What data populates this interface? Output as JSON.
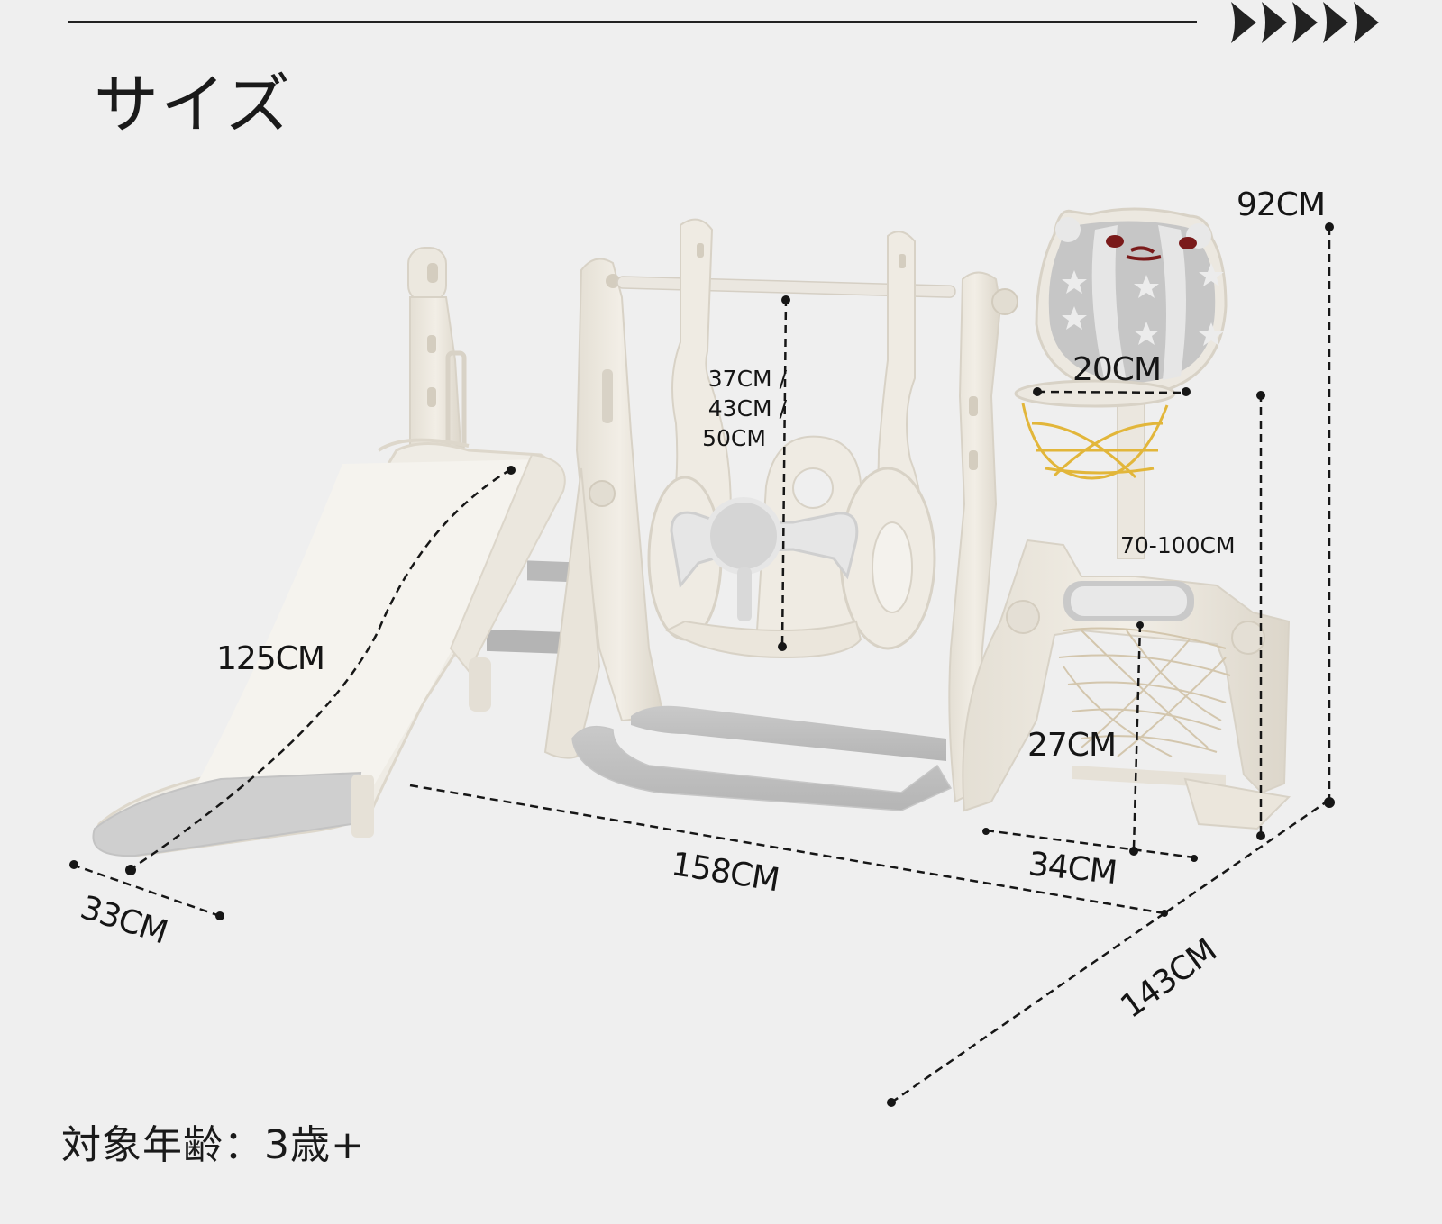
{
  "header": {
    "title": "サイズ",
    "decoration": {
      "rule": "horizontal-line",
      "arrows_icon": "triple-right-arrows-icon",
      "arrow_count": 5
    }
  },
  "product": {
    "name": "slide-swing-basketball-goal-playset",
    "colors": {
      "background": "#efefef",
      "body": "#ebe6dc",
      "body_shadow": "#d6d0c4",
      "accent_gray": "#c4c4c4",
      "hoop_net": "#e2b63a",
      "bear_face": "#7a1a1a"
    }
  },
  "dimensions": {
    "height_total": "92CM",
    "swing_heights": [
      "37CM /",
      "43CM /",
      "50CM"
    ],
    "hoop_diameter": "20CM",
    "hoop_height": "70-100CM",
    "slide_length": "125CM",
    "goal_height": "27CM",
    "total_length": "158CM",
    "goal_depth": "34CM",
    "slide_width": "33CM",
    "total_depth": "143CM"
  },
  "footer": {
    "age_label": "対象年齢：3歳+"
  }
}
